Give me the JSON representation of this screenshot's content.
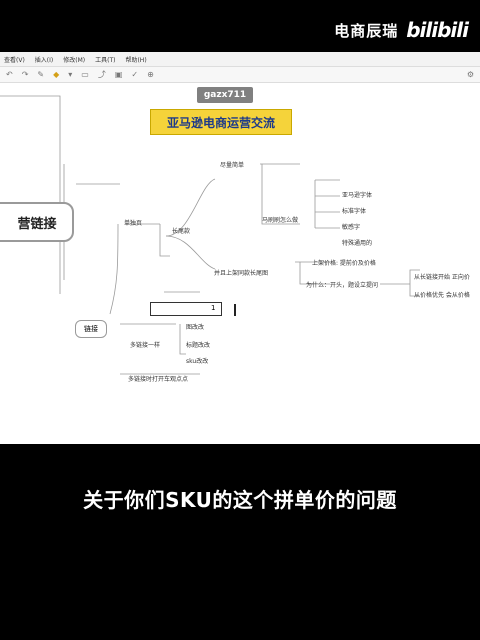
{
  "watermark": {
    "cn": "电商辰瑞",
    "logo": "bilibili"
  },
  "app": {
    "menus": [
      "查看(V)",
      "插入(I)",
      "修改(M)",
      "工具(T)",
      "帮助(H)"
    ],
    "toolbar_icons": [
      "undo-icon",
      "redo-icon",
      "format-painter-icon",
      "style-icon",
      "color-icon",
      "node-icon",
      "connect-icon",
      "image-icon",
      "mark-icon",
      "zoom-icon",
      "settings-icon"
    ]
  },
  "mindmap": {
    "user_tag": "gazx711",
    "title_banner": "亚马逊电商运营交流",
    "left_node": "营链接",
    "link_node": "链接",
    "single_page": "单独页",
    "long_tail": "长尾款",
    "dup_title": "尽量简单",
    "qa_title": "马刷刷怎么做",
    "leaves_qa": [
      "亚马逊字体",
      "标准字体",
      "敏感字",
      "特殊通用的"
    ],
    "parallel": "并且上架同款长尾图",
    "reason_label": "上架价格: 提前价及价格",
    "why": "为什么：开头，题设立提问",
    "far_right_1": "从长链接开始 正向价",
    "far_right_2": "从价格优先 会从价格",
    "selected": "1",
    "multi_link": "多链接一样",
    "changes": [
      "图改改",
      "标题改改",
      "sku改改"
    ],
    "bottom_note": "多链接时打开车观点点"
  },
  "subtitle": "关于你们SKU的这个拼单价的问题"
}
